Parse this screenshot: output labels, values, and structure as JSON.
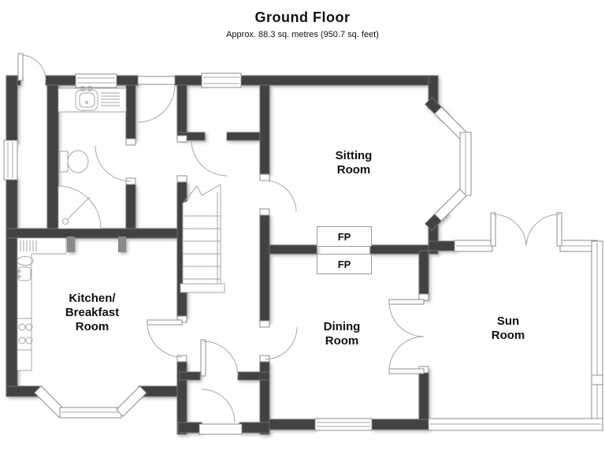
{
  "header": {
    "title": "Ground Floor",
    "subtitle": "Approx. 88.3 sq. metres (950.7 sq. feet)"
  },
  "rooms": {
    "sitting": {
      "label": "Sitting\nRoom"
    },
    "kitchen": {
      "label": "Kitchen/\nBreakfast\nRoom"
    },
    "dining": {
      "label": "Dining\nRoom"
    },
    "sun": {
      "label": "Sun\nRoom"
    }
  },
  "fireplaces": {
    "sitting": {
      "label": "FP"
    },
    "dining": {
      "label": "FP"
    }
  },
  "colors": {
    "wall": "#424242",
    "thin_line": "#a6a6a6",
    "window_frame": "#8c8c8c",
    "text": "#111111",
    "background": "#ffffff"
  }
}
